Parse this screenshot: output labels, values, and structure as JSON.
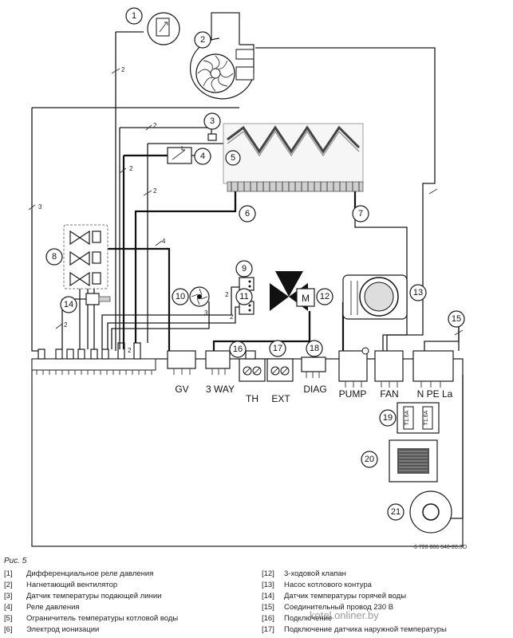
{
  "figure": {
    "caption": "Рис. 5",
    "code": "6 720 806 640-20.3O"
  },
  "callouts": [
    "1",
    "2",
    "3",
    "4",
    "5",
    "6",
    "7",
    "8",
    "9",
    "10",
    "11",
    "12",
    "13",
    "14",
    "15",
    "16",
    "17",
    "18",
    "19",
    "20",
    "21"
  ],
  "connectors": {
    "gv": "GV",
    "three_way": "3 WAY",
    "th": "TH",
    "ext": "EXT",
    "diag": "DIAG",
    "pump": "PUMP",
    "fan": "FAN",
    "mains": "N PE La",
    "valve_motor": "M"
  },
  "wire_counts": [
    "2",
    "2",
    "2",
    "2",
    "2",
    "3",
    "4",
    "2",
    "2",
    "3",
    "2"
  ],
  "fuses": [
    "T1.6A",
    "T1.6A"
  ],
  "legend_left": [
    {
      "num": "[1]",
      "text": "Дифференциальное реле давления"
    },
    {
      "num": "[2]",
      "text": "Нагнетающий вентилятор"
    },
    {
      "num": "[3]",
      "text": "Датчик температуры подающей линии"
    },
    {
      "num": "[4]",
      "text": "Реле давления"
    },
    {
      "num": "[5]",
      "text": "Ограничитель температуры котловой воды"
    },
    {
      "num": "[6]",
      "text": "Электрод ионизации"
    }
  ],
  "legend_right": [
    {
      "num": "[12]",
      "text": "3-ходовой клапан"
    },
    {
      "num": "[13]",
      "text": "Насос котлового контура"
    },
    {
      "num": "[14]",
      "text": "Датчик температуры горячей воды"
    },
    {
      "num": "[15]",
      "text": "Соединительный провод 230 В"
    },
    {
      "num": "[16]",
      "text": "Подключение"
    },
    {
      "num": "[17]",
      "text": "Подключение датчика наружной температуры"
    }
  ],
  "watermark": "kotel.onliner.by"
}
